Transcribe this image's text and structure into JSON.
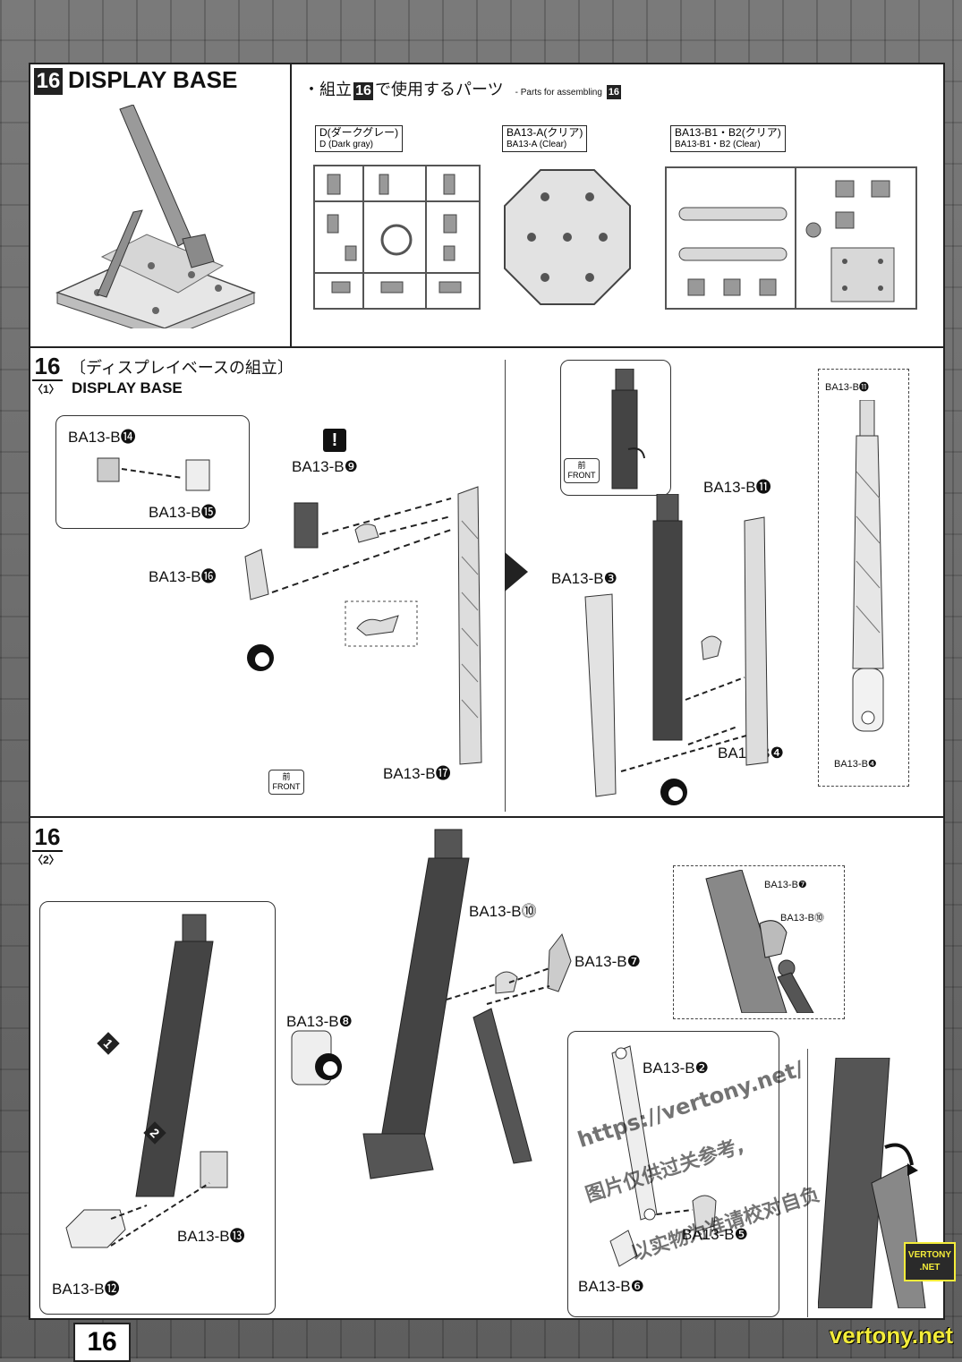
{
  "page_number": "16",
  "header": {
    "step": "16",
    "title": "DISPLAY BASE"
  },
  "parts_used": {
    "lead": "・組立",
    "step": "16",
    "text_jp": "で使用するパーツ",
    "text_en": "- Parts for assembling",
    "step_en": "16",
    "runners": [
      {
        "jp": "D(ダークグレー)",
        "en": "D (Dark gray)"
      },
      {
        "jp": "BA13-A(クリア)",
        "en": "BA13-A (Clear)"
      },
      {
        "jp": "BA13-B1・B2(クリア)",
        "en": "BA13-B1・B2 (Clear)"
      }
    ]
  },
  "step1": {
    "step": "16",
    "sub": "〈1〉",
    "title_jp": "〔ディスプレイベースの組立〕",
    "title_en": "DISPLAY BASE",
    "labels": {
      "b14": "BA13-B⓮",
      "b15": "BA13-B⓯",
      "b9": "BA13-B❾",
      "b16": "BA13-B⓰",
      "b17": "BA13-B⓱",
      "b11": "BA13-B⓫",
      "b3": "BA13-B❸",
      "b4": "BA13-B❹",
      "b11_small": "BA13-B⓫",
      "b4_small": "BA13-B❹"
    },
    "alert": "!",
    "front_jp": "前",
    "front_en": "FRONT"
  },
  "step2": {
    "step": "16",
    "sub": "〈2〉",
    "labels": {
      "b10": "BA13-B⓾",
      "b7": "BA13-B❼",
      "b8": "BA13-B❽",
      "b13": "BA13-B⓭",
      "b12": "BA13-B⓬",
      "b2": "BA13-B❷",
      "b5": "BA13-B❺",
      "b6": "BA13-B❻",
      "b7_small": "BA13-B❼",
      "b10_small": "BA13-B⓾"
    },
    "order_1": "1",
    "order_2": "2"
  },
  "watermark": {
    "url": "https://vertony.net/",
    "cn1": "图片仅供过关参考,",
    "cn2": "以实物为准请校对自负",
    "logo_line1": "VERTONY",
    "logo_line2": ".NET",
    "footer": "vertony.net"
  }
}
